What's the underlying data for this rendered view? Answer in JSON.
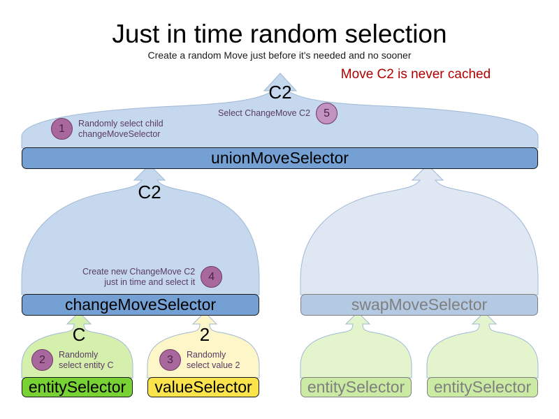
{
  "header": {
    "title": "Just in time random selection",
    "subtitle": "Create a random Move just before it's needed and no sooner",
    "warning": "Move C2 is never cached",
    "warning_color": "#b00000"
  },
  "colors": {
    "active_blue": "#74a0d4",
    "light_blue_shape": "#c5d8ed",
    "faded_blue_shape": "#dfe7f2",
    "faded_blue_box": "#b4c9e2",
    "active_green": "#78d233",
    "light_green_shape": "#d5f0ac",
    "faded_green_shape": "#e4f5ce",
    "faded_green_box": "#cbeaa4",
    "active_yellow": "#fbe44b",
    "light_yellow_shape": "#fcf6c8",
    "badge_purple": "#a8689e",
    "badge_purple_light": "#c292c0",
    "annotation_text": "#5a3a63",
    "faded_text": "#7f7f7f"
  },
  "nodes": {
    "union": {
      "label": "unionMoveSelector",
      "state": "active"
    },
    "change": {
      "label": "changeMoveSelector",
      "state": "active"
    },
    "swap": {
      "label": "swapMoveSelector",
      "state": "faded"
    },
    "entity_left": {
      "label": "entitySelector",
      "state": "active"
    },
    "value_left": {
      "label": "valueSelector",
      "state": "active"
    },
    "entity_swap_1": {
      "label": "entitySelector",
      "state": "faded"
    },
    "entity_swap_2": {
      "label": "entitySelector",
      "state": "faded"
    }
  },
  "flow_labels": {
    "union_out": "C2",
    "change_out": "C2",
    "entity_out": "C",
    "value_out": "2"
  },
  "steps": [
    {
      "number": "1",
      "text": "Randomly select child\nchangeMoveSelector",
      "badge_style": "solid",
      "text_side": "right"
    },
    {
      "number": "2",
      "text": "Randomly\nselect entity C",
      "badge_style": "solid",
      "text_side": "right"
    },
    {
      "number": "3",
      "text": "Randomly\nselect value 2",
      "badge_style": "solid",
      "text_side": "right"
    },
    {
      "number": "4",
      "text": "Create new ChangeMove C2\njust in time and select it",
      "badge_style": "solid",
      "text_side": "left"
    },
    {
      "number": "5",
      "text": "Select ChangeMove C2",
      "badge_style": "light",
      "text_side": "left"
    }
  ]
}
